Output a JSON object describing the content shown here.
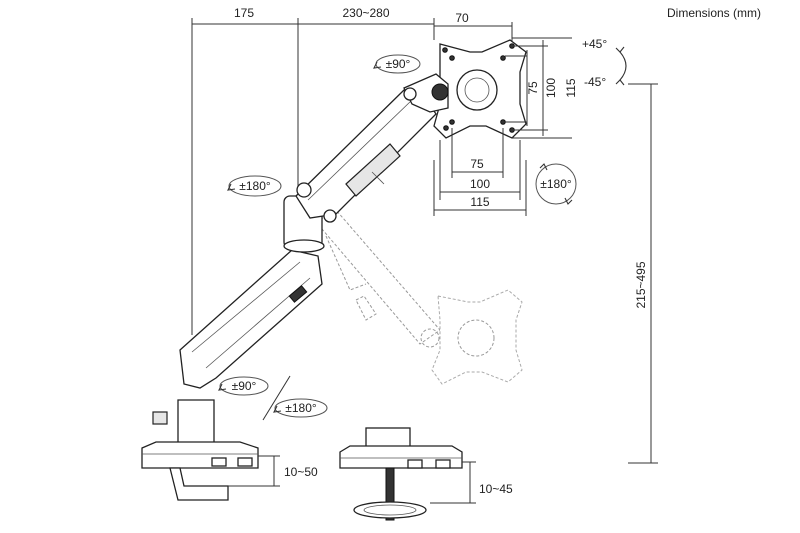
{
  "title": "Dimensions (mm)",
  "dimensions": {
    "reach_base": "175",
    "reach_arm": "230~280",
    "mount_depth": "70",
    "vesa_h_outer": "115",
    "vesa_h_mid": "100",
    "vesa_h_inner": "75",
    "vesa_w_inner": "75",
    "vesa_w_mid": "100",
    "vesa_w_outer": "115",
    "height_range": "215~495",
    "clamp_range": "10~50",
    "grommet_range": "10~45"
  },
  "angles": {
    "head_swivel": "±90°",
    "tilt_up": "+45°",
    "tilt_down": "-45°",
    "arm_swivel": "±180°",
    "rotation": "±180°",
    "base_swivel": "±90°",
    "base_rotation": "±180°"
  }
}
